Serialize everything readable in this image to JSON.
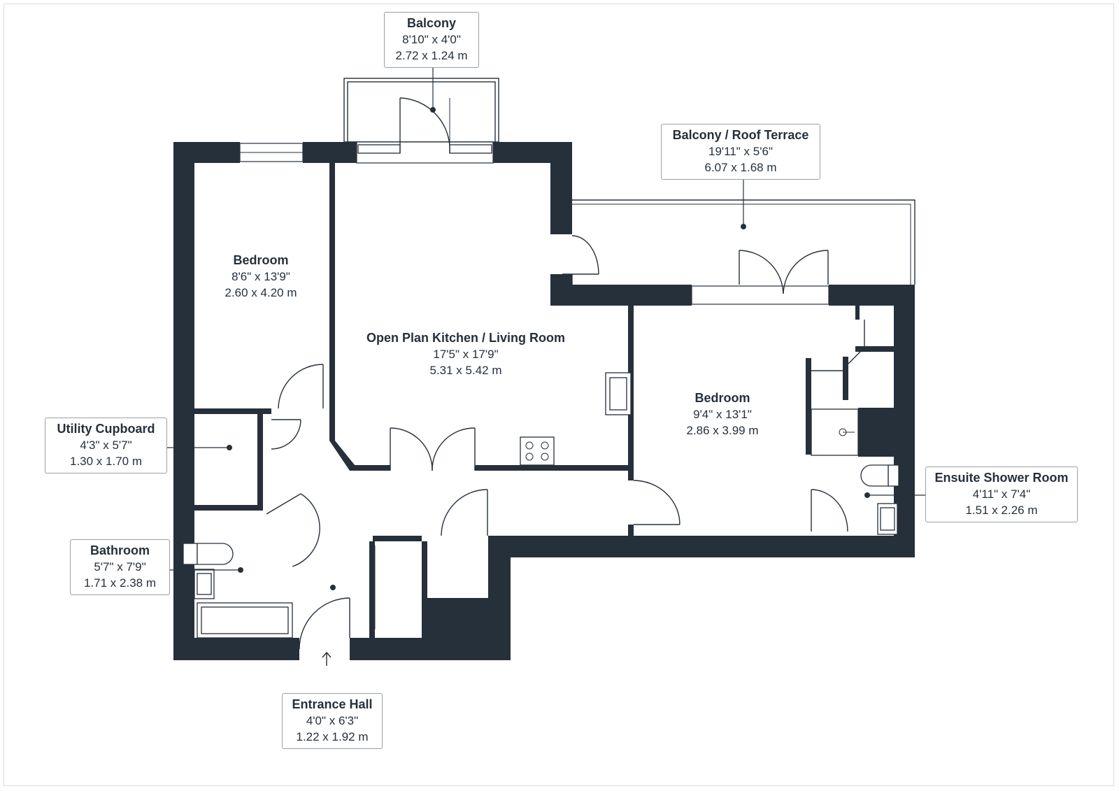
{
  "rooms": {
    "bedroom_1": {
      "name": "Bedroom",
      "imperial": "8'6\" x 13'9\"",
      "metric": "2.60 x 4.20 m"
    },
    "living": {
      "name": "Open Plan Kitchen / Living Room",
      "imperial": "17'5\" x 17'9\"",
      "metric": "5.31 x 5.42 m"
    },
    "bedroom_2": {
      "name": "Bedroom",
      "imperial": "9'4\" x 13'1\"",
      "metric": "2.86 x 3.99 m"
    }
  },
  "callouts": {
    "balcony": {
      "name": "Balcony",
      "imperial": "8'10\" x 4'0\"",
      "metric": "2.72 x 1.24 m"
    },
    "roof_terrace": {
      "name": "Balcony / Roof Terrace",
      "imperial": "19'11\" x 5'6\"",
      "metric": "6.07 x 1.68 m"
    },
    "utility": {
      "name": "Utility Cupboard",
      "imperial": "4'3\" x 5'7\"",
      "metric": "1.30 x 1.70 m"
    },
    "bathroom": {
      "name": "Bathroom",
      "imperial": "5'7\" x 7'9\"",
      "metric": "1.71 x 2.38 m"
    },
    "ensuite": {
      "name": "Ensuite Shower Room",
      "imperial": "4'11\" x 7'4\"",
      "metric": "1.51 x 2.26 m"
    },
    "entrance": {
      "name": "Entrance Hall",
      "imperial": "4'0\" x 6'3\"",
      "metric": "1.22 x 1.92 m"
    }
  },
  "colors": {
    "wall": "#26303b",
    "callout_border": "#9aa0a6",
    "background": "#ffffff"
  }
}
